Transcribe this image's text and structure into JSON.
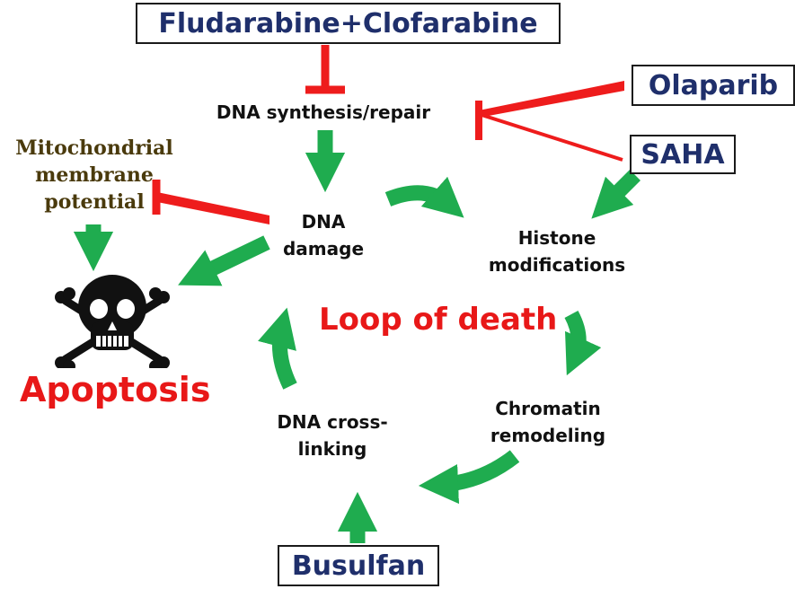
{
  "drugs": {
    "fludarabine_clofarabine": "Fludarabine+Clofarabine",
    "olaparib": "Olaparib",
    "saha": "SAHA",
    "busulfan": "Busulfan"
  },
  "nodes": {
    "dna_synthesis_repair": "DNA synthesis/repair",
    "dna_damage": "DNA\ndamage",
    "histone_modifications": "Histone\nmodifications",
    "chromatin_remodeling": "Chromatin\nremodeling",
    "dna_cross_linking": "DNA cross-\nlinking",
    "mitochondrial_membrane_potential": "Mitochondrial\nmembrane\npotential"
  },
  "center_label": "Loop of death",
  "outcome": "Apoptosis",
  "icons": {
    "death": "skull-crossbones-icon"
  },
  "colors": {
    "activation_arrow": "#1fac4f",
    "inhibition_line": "#ee1c1c",
    "drug_text": "#1f2f6b",
    "loop_text": "#e81818",
    "mito_text": "#4a3a0c"
  }
}
